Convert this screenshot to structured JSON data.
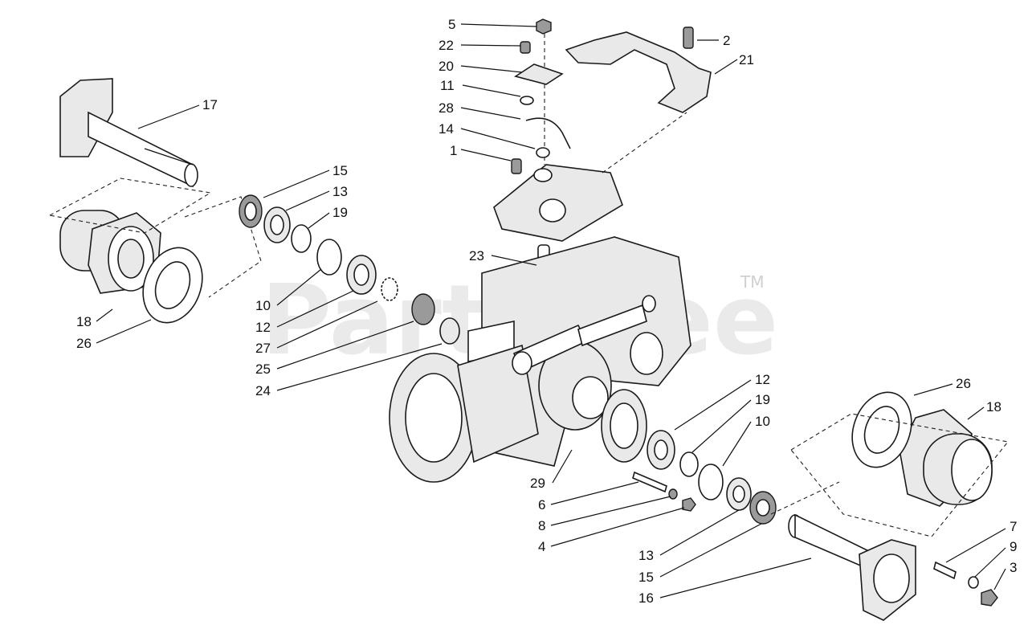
{
  "watermark": {
    "text": "PartsTree",
    "trademark": "TM"
  },
  "callouts": {
    "c1": "1",
    "c2": "2",
    "c3": "3",
    "c4": "4",
    "c5": "5",
    "c6": "6",
    "c7": "7",
    "c8": "8",
    "c9": "9",
    "c10a": "10",
    "c10b": "10",
    "c11": "11",
    "c12a": "12",
    "c12b": "12",
    "c13a": "13",
    "c13b": "13",
    "c14": "14",
    "c15a": "15",
    "c15b": "15",
    "c16": "16",
    "c17": "17",
    "c18a": "18",
    "c18b": "18",
    "c19a": "19",
    "c19b": "19",
    "c20": "20",
    "c21": "21",
    "c22": "22",
    "c23": "23",
    "c24": "24",
    "c25": "25",
    "c26a": "26",
    "c26b": "26",
    "c27": "27",
    "c28": "28",
    "c29": "29"
  }
}
